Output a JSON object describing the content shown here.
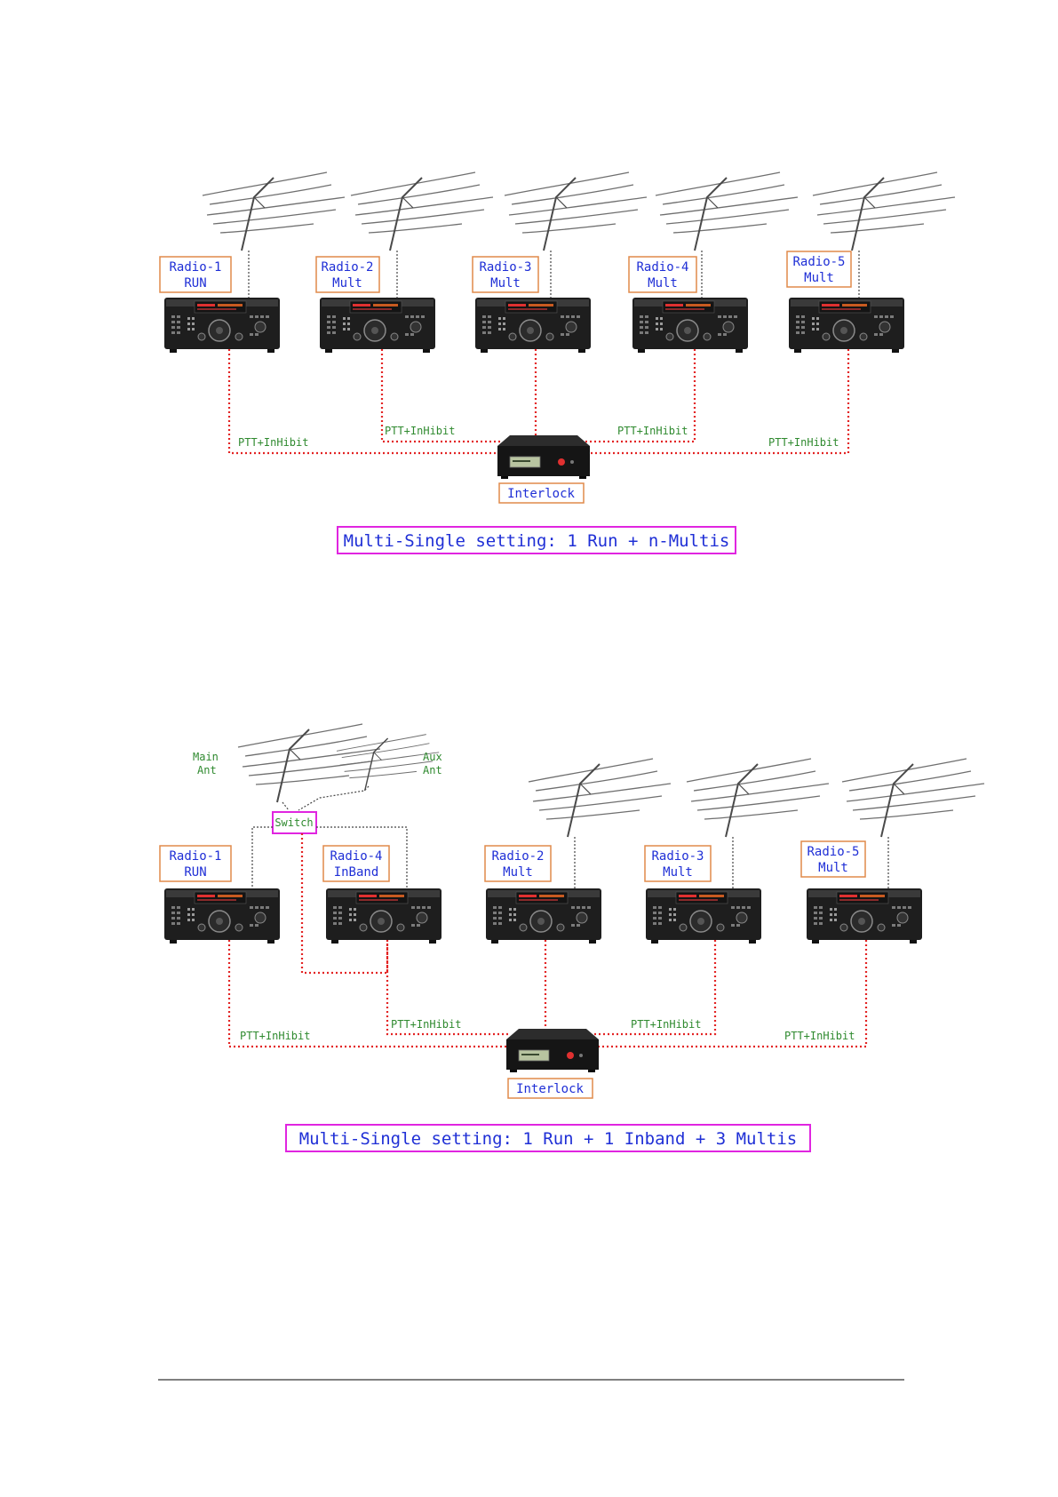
{
  "colors": {
    "radio_label_text": "#1f2fd6",
    "label_box_border": "#e08a4a",
    "cable_text": "#2f8a2f",
    "cable_line": "#e32424",
    "caption_border": "#e025e0",
    "switch_border": "#e025e0",
    "antenna_line": "#777777",
    "feed_line": "#444444"
  },
  "icons": {
    "antenna": "yagi-antenna-icon",
    "radio": "transceiver-icon",
    "interlock": "interlock-box-icon"
  },
  "diagram1": {
    "caption": "Multi-Single setting: 1 Run + n-Multis",
    "interlock_label": "Interlock",
    "radios": [
      {
        "name": "Radio-1",
        "role": "RUN"
      },
      {
        "name": "Radio-2",
        "role": "Mult"
      },
      {
        "name": "Radio-3",
        "role": "Mult"
      },
      {
        "name": "Radio-4",
        "role": "Mult"
      },
      {
        "name": "Radio-5",
        "role": "Mult"
      }
    ],
    "cable_labels": [
      "PTT+InHibit",
      "PTT+InHibit",
      "PTT+InHibit",
      "PTT+InHibit"
    ]
  },
  "diagram2": {
    "caption": "Multi-Single setting: 1 Run + 1 Inband + 3 Multis",
    "interlock_label": "Interlock",
    "switch_label": "Switch",
    "main_ant": {
      "line1": "Main",
      "line2": "Ant"
    },
    "aux_ant": {
      "line1": "Aux",
      "line2": "Ant"
    },
    "radios": [
      {
        "name": "Radio-1",
        "role": "RUN"
      },
      {
        "name": "Radio-4",
        "role": "InBand"
      },
      {
        "name": "Radio-2",
        "role": "Mult"
      },
      {
        "name": "Radio-3",
        "role": "Mult"
      },
      {
        "name": "Radio-5",
        "role": "Mult"
      }
    ],
    "cable_labels": [
      "PTT+InHibit",
      "PTT+InHibit",
      "PTT+InHibit",
      "PTT+InHibit"
    ]
  }
}
